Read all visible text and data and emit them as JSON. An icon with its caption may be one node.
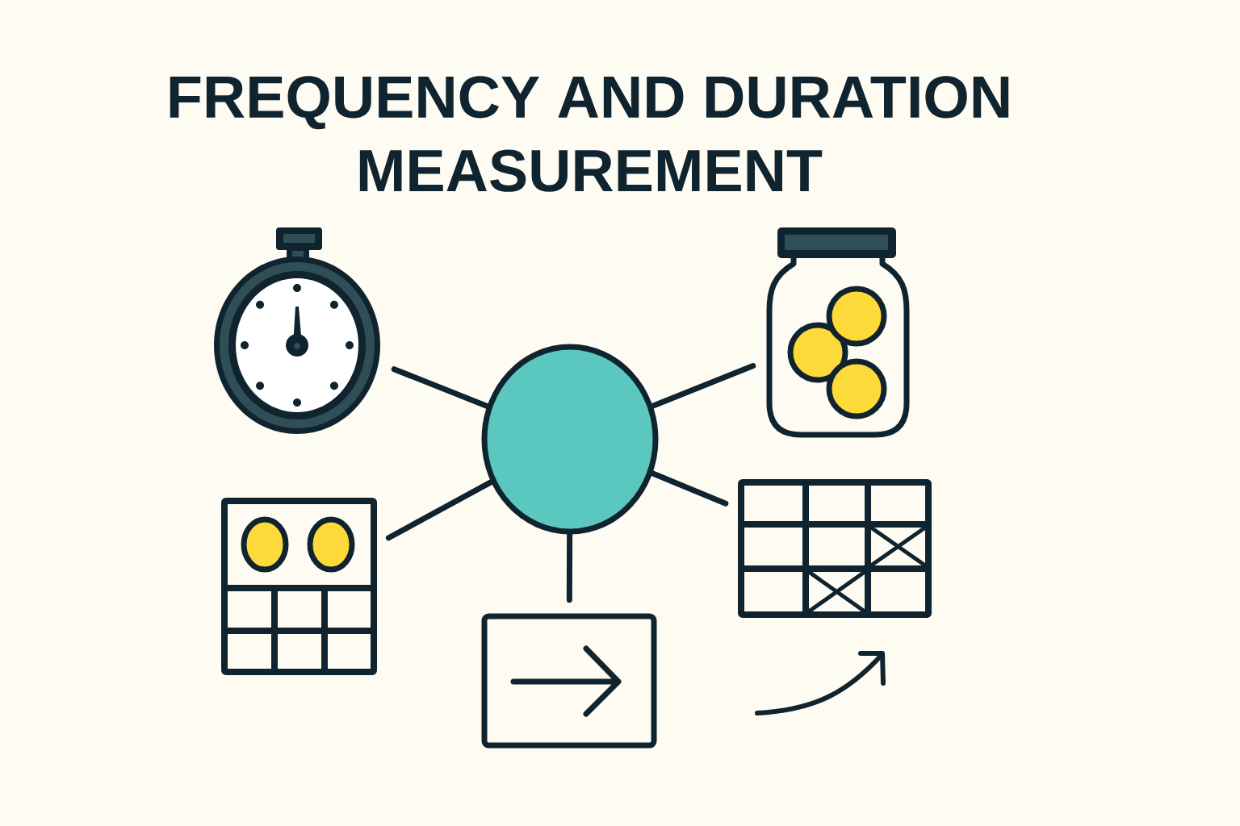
{
  "diagram": {
    "title": "FREQUENCY AND DURATION MEASUREMENT",
    "nodes": [
      {
        "text": [],
        "shape": "picture"
      },
      {
        "text": [],
        "shape": "picture"
      },
      {
        "text": [],
        "shape": "circle"
      },
      {
        "text": [],
        "shape": "picture"
      },
      {
        "text": [],
        "shape": "picture"
      },
      {
        "text": [],
        "shape": "picture"
      }
    ],
    "edges": [
      {
        "from": 2,
        "to": 0,
        "arrow": "none"
      },
      {
        "from": 2,
        "to": 1,
        "arrow": "none"
      },
      {
        "from": 2,
        "to": 3,
        "arrow": "none"
      },
      {
        "from": 2,
        "to": 4,
        "arrow": "none"
      },
      {
        "from": 2,
        "to": 5,
        "arrow": "none"
      }
    ]
  }
}
